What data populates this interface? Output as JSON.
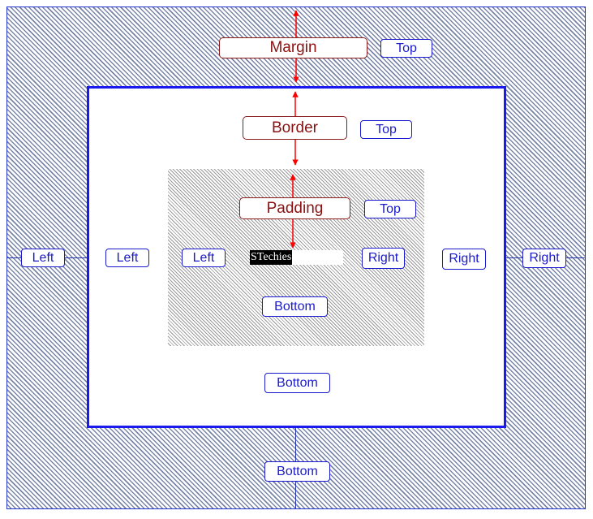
{
  "diagram": {
    "content_text": "STechies",
    "margin": {
      "title": "Margin",
      "top": "Top",
      "left": "Left",
      "right": "Right",
      "bottom": "Bottom"
    },
    "border": {
      "title": "Border",
      "top": "Top",
      "left": "Left",
      "right": "Right",
      "bottom": "Bottom"
    },
    "padding": {
      "title": "Padding",
      "top": "Top",
      "left": "Left",
      "right": "Right",
      "bottom": "Bottom"
    },
    "colors": {
      "label_blue": "#1a1acc",
      "title_red": "#8b1010",
      "arrow_red": "#ff0000",
      "border_blue": "#1a1aee"
    }
  }
}
